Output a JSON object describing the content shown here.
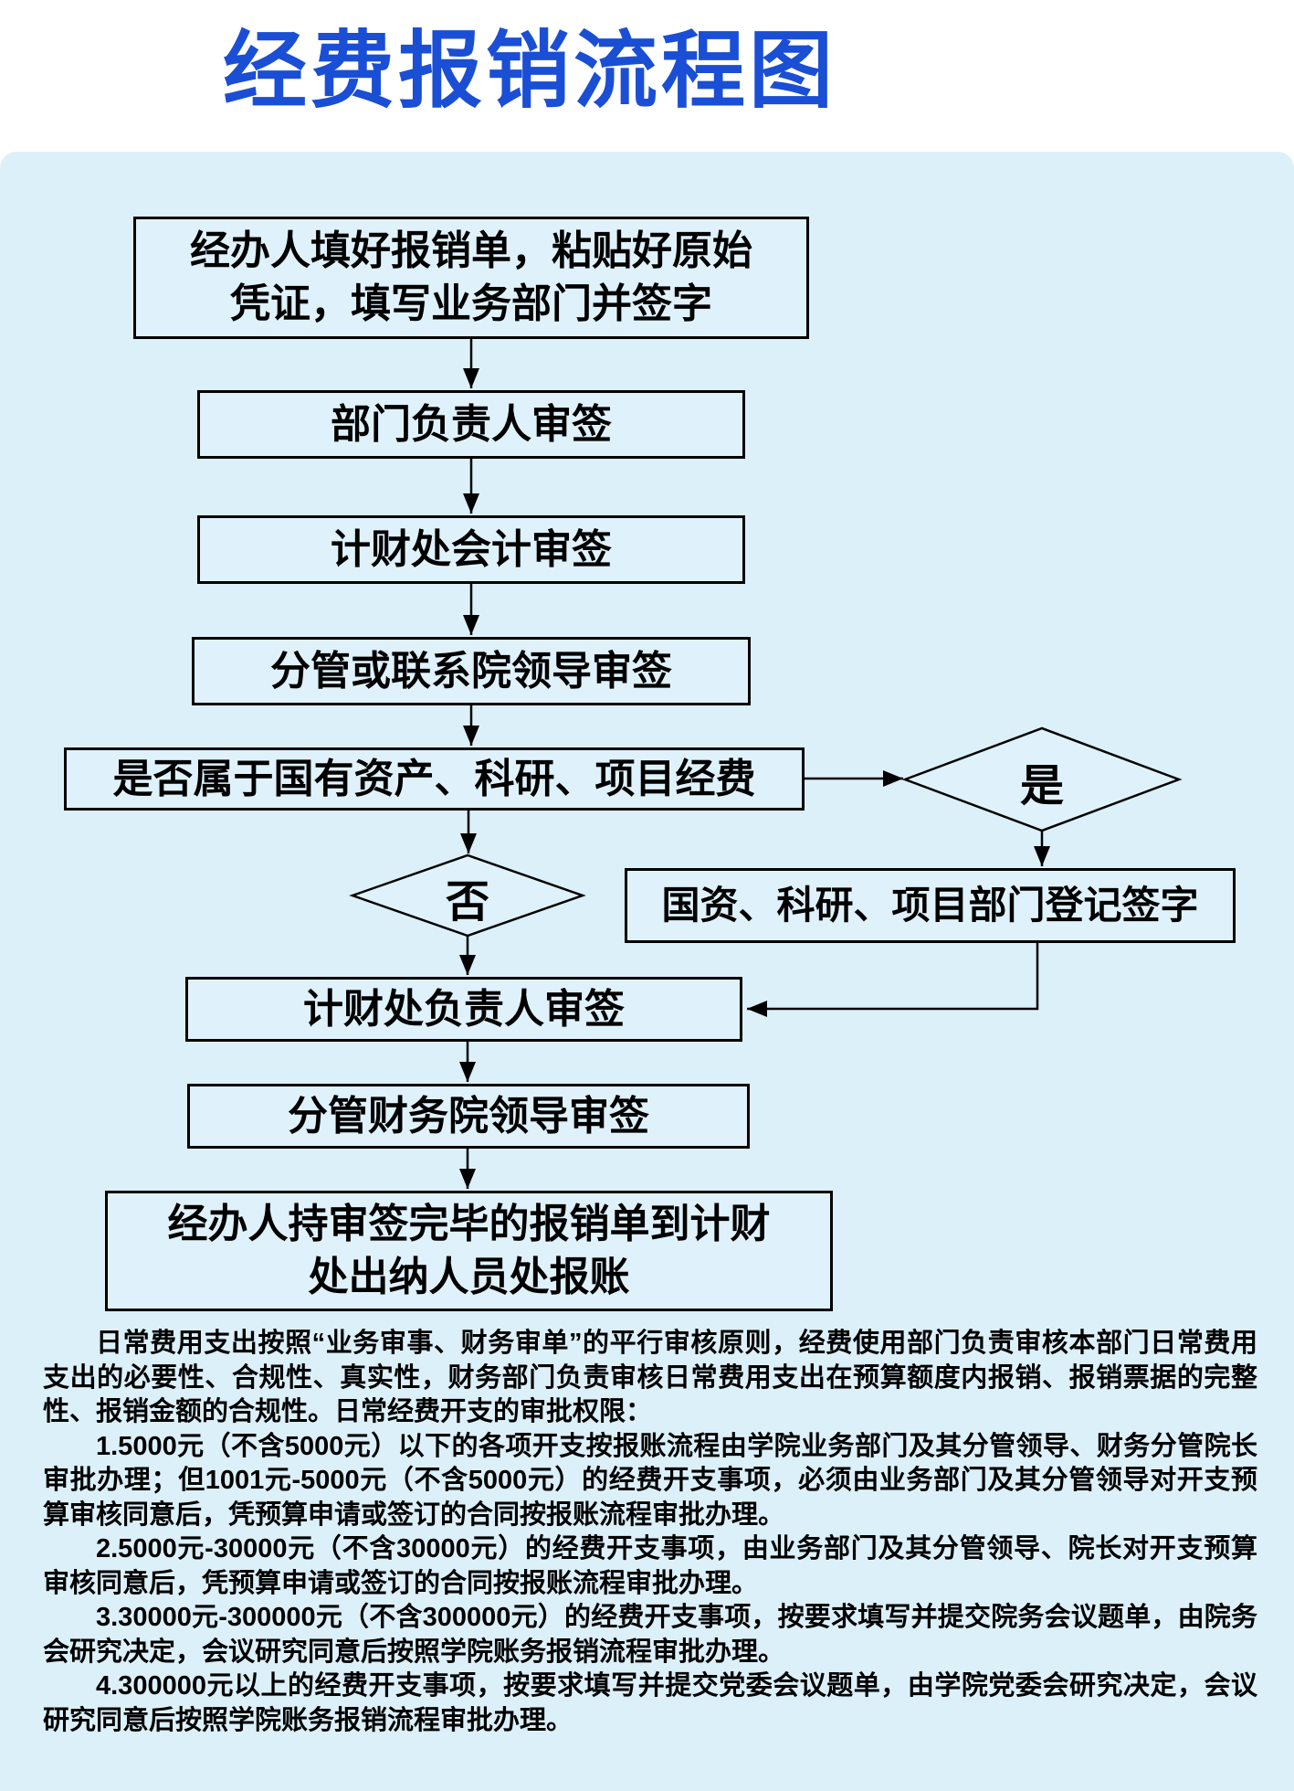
{
  "title": "经费报销流程图",
  "colors": {
    "title_blue": "#1a4ed4",
    "panel_bg": "#dcf0fa",
    "node_fill": "#dff2fc",
    "line_black": "#000000"
  },
  "flowchart": {
    "nodes": [
      {
        "id": "start",
        "lines": [
          "经办人填好报销单，粘贴好原始",
          "凭证，填写业务部门并签字"
        ]
      },
      {
        "id": "dept-head",
        "label": "部门负责人审签"
      },
      {
        "id": "accountant",
        "label": "计财处会计审签"
      },
      {
        "id": "college-vice",
        "label": "分管或联系院领导审签"
      },
      {
        "id": "question",
        "label": "是否属于国有资产、科研、项目经费"
      },
      {
        "id": "yes-diamond",
        "label": "是"
      },
      {
        "id": "no-diamond",
        "label": "否"
      },
      {
        "id": "register",
        "label": "国资、科研、项目部门登记签字"
      },
      {
        "id": "finance-head",
        "label": "计财处负责人审签"
      },
      {
        "id": "finance-vice",
        "label": "分管财务院领导审签"
      },
      {
        "id": "end",
        "lines": [
          "经办人持审签完毕的报销单到计财",
          "处出纳人员处报账"
        ]
      }
    ]
  },
  "notes": {
    "paragraphs": [
      "日常费用支出按照“业务审事、财务审单”的平行审核原则，经费使用部门负责审核本部门日常费用支出的必要性、合规性、真实性，财务部门负责审核日常费用支出在预算额度内报销、报销票据的完整性、报销金额的合规性。日常经费开支的审批权限：",
      "1.5000元（不含5000元）以下的各项开支按报账流程由学院业务部门及其分管领导、财务分管院长审批办理；但1001元-5000元（不含5000元）的经费开支事项，必须由业务部门及其分管领导对开支预算审核同意后，凭预算申请或签订的合同按报账流程审批办理。",
      "2.5000元-30000元（不含30000元）的经费开支事项，由业务部门及其分管领导、院长对开支预算审核同意后，凭预算申请或签订的合同按报账流程审批办理。",
      "3.30000元-300000元（不含300000元）的经费开支事项，按要求填写并提交院务会议题单，由院务会研究决定，会议研究同意后按照学院账务报销流程审批办理。",
      "4.300000元以上的经费开支事项，按要求填写并提交党委会议题单，由学院党委会研究决定，会议研究同意后按照学院账务报销流程审批办理。"
    ]
  }
}
